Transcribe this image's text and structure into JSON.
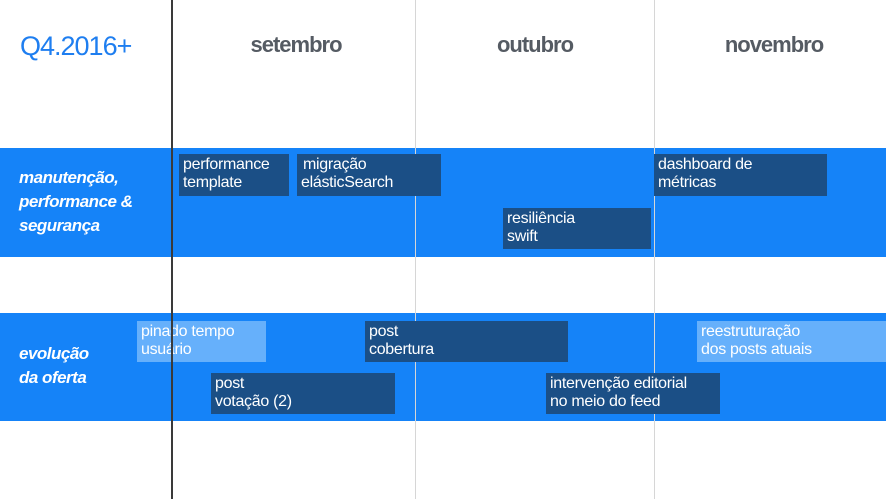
{
  "header": {
    "title": "Q4.2016+",
    "months": [
      "setembro",
      "outubro",
      "novembro"
    ]
  },
  "rows": [
    {
      "label_line1": "manutenção,",
      "label_line2": "performance &",
      "label_line3": "segurança"
    },
    {
      "label_line1": "evolução",
      "label_line2": "da oferta"
    }
  ],
  "tasks": {
    "performance_template": {
      "line1": "performance",
      "line2": "template"
    },
    "migracao_elasticsearch": {
      "line1": "migração",
      "line2": "elásticSearch"
    },
    "resiliencia_swift": {
      "line1": "resiliência",
      "line2": "swift"
    },
    "dashboard_metricas": {
      "line1": "dashboard de",
      "line2": "métricas"
    },
    "pinado_tempo_usuario": {
      "line1": "pinado tempo",
      "line2": "usuário"
    },
    "post_cobertura": {
      "line1": "post",
      "line2": "cobertura"
    },
    "post_votacao": {
      "line1": "post",
      "line2": "votação (2)"
    },
    "intervencao_editorial": {
      "line1": "intervenção editorial",
      "line2": "no meio do feed"
    },
    "reestruturacao_posts": {
      "line1": "reestruturação",
      "line2": "dos posts atuais"
    }
  },
  "colors": {
    "band": "#1583f8",
    "task_dark": "#1b4f86",
    "task_light": "#66b0fb",
    "title": "#1e7ef0",
    "month": "#555b63"
  }
}
